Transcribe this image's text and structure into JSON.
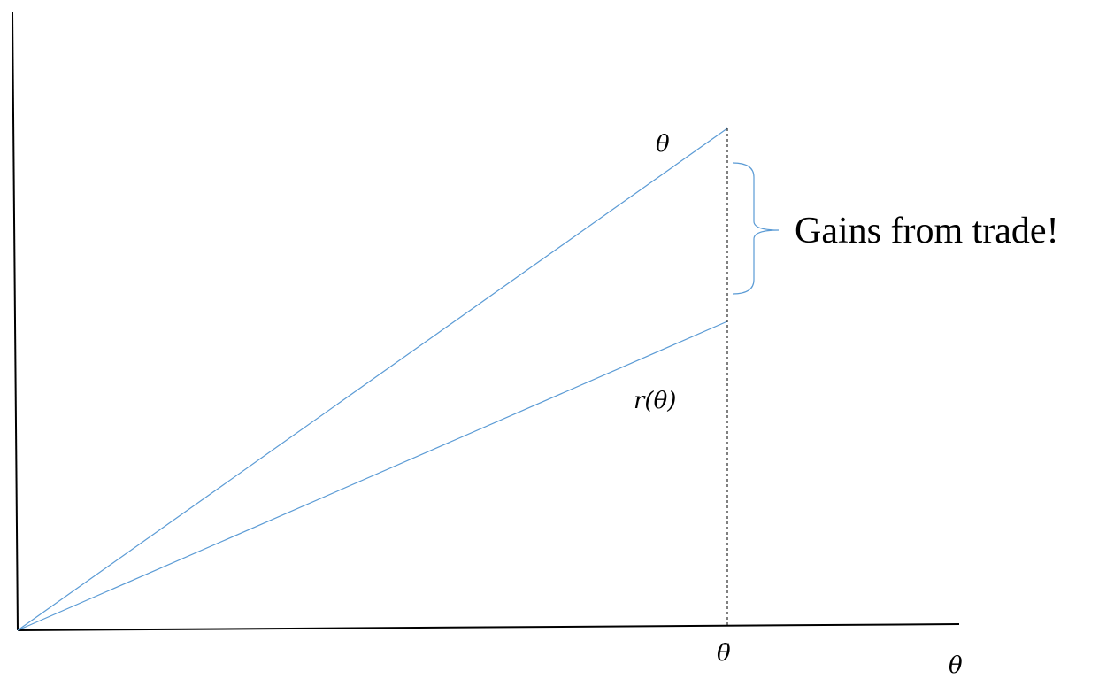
{
  "diagram": {
    "line_upper_label": "θ",
    "line_lower_label": "r(θ)",
    "xtick_label": "θ̄",
    "xaxis_label": "θ",
    "bracket_label": "Gains from trade!"
  },
  "colors": {
    "axis": "#000000",
    "lines": "#5b9bd5",
    "dashed": "#000000",
    "bracket": "#5b9bd5"
  }
}
